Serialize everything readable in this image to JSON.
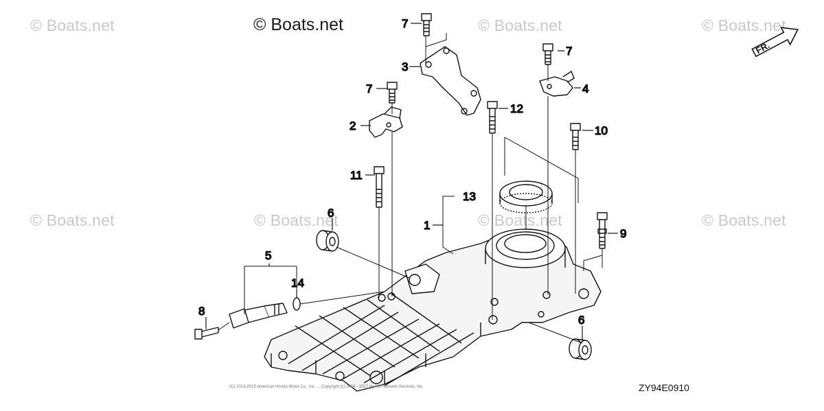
{
  "watermarks": {
    "main": "© Boats.net",
    "faint": "© Boats.net"
  },
  "diagram_code": "ZY94E0910",
  "direction_label": "FR.",
  "fine_print": "(C) 2013-2015 American Honda Motor Co., Inc. ... Copyright (c) 2004 - 2017 by ARI Network Services, Inc.",
  "callouts": [
    "1",
    "2",
    "3",
    "4",
    "5",
    "6",
    "6",
    "7",
    "7",
    "7",
    "8",
    "9",
    "10",
    "11",
    "12",
    "13",
    "14"
  ],
  "colors": {
    "line": "#111111",
    "watermark": "#c9c9c9"
  }
}
